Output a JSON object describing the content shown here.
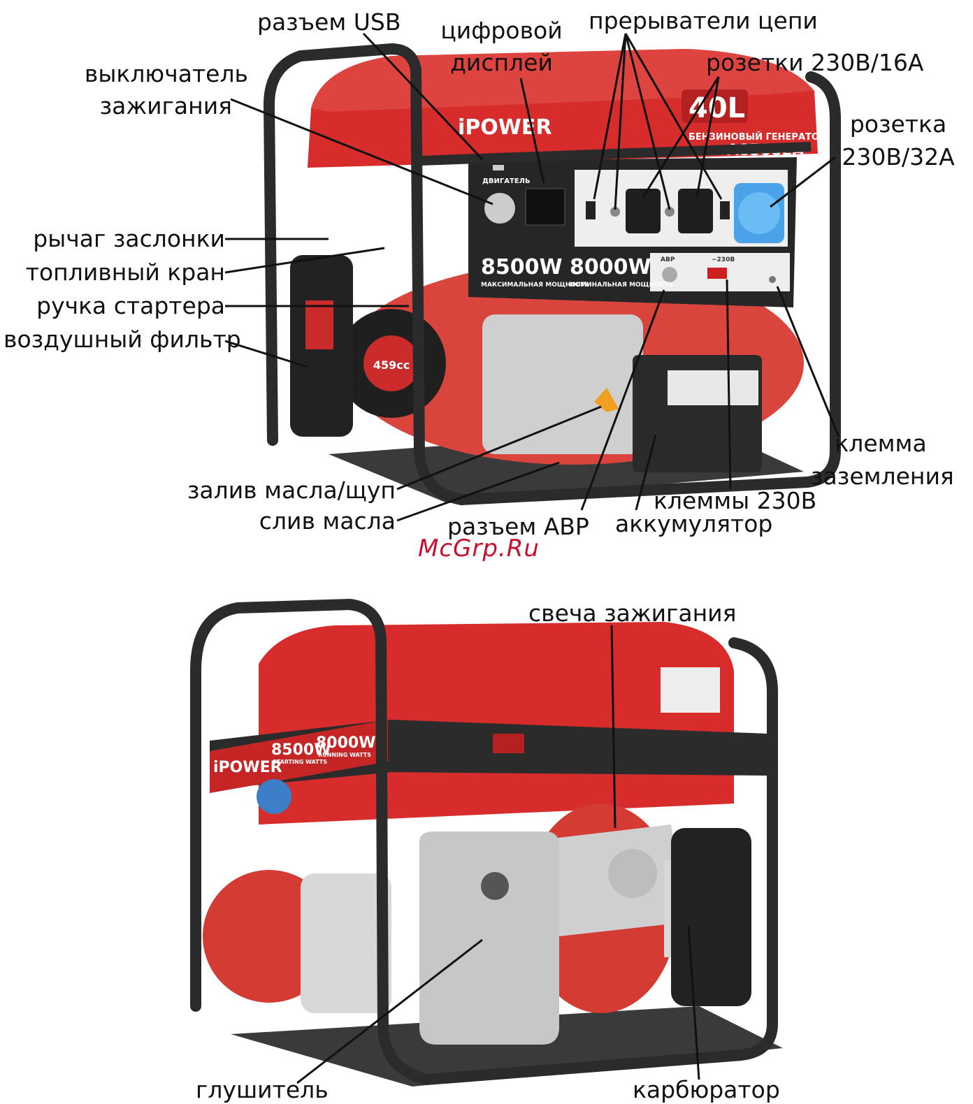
{
  "generator_top": {
    "brand": "iPOWER",
    "tank_badge": "40L",
    "model_line1": "БЕНЗИНОВЫЙ ГЕНЕРАТОР",
    "model_line2": "A8500EA",
    "power_max": "8500W",
    "power_max_caption": "МАКСИМАЛЬНАЯ МОЩНОСТЬ",
    "power_nom": "8000W",
    "power_nom_caption": "НОМИНАЛЬНАЯ МОЩНОСТЬ",
    "engine_cc": "459cc",
    "ignition_caption": "ДВИГАТЕЛЬ",
    "atc_caption": "АВР",
    "output_caption": "~230В"
  },
  "generator_bottom": {
    "brand": "iPOWER",
    "power_start": "8500W",
    "power_start_caption": "STARTING WATTS",
    "power_run": "8000W",
    "power_run_caption": "RUNNING WATTS"
  },
  "labels": {
    "usb": "разъем USB",
    "display_1": "цифровой",
    "display_2": "дисплей",
    "breakers": "прерыватели цепи",
    "sockets16": "розетки 230В/16А",
    "ignition_1": "выключатель",
    "ignition_2": "зажигания",
    "socket32_1": "розетка",
    "socket32_2": "230В/32А",
    "choke": "рычаг заслонки",
    "fuel_valve": "топливный кран",
    "starter": "ручка стартера",
    "air_filter": "воздушный фильтр",
    "ground_1": "клемма",
    "ground_2": "заземления",
    "oil_fill": "залив масла/щуп",
    "terminals": "клеммы 230В",
    "oil_drain": "слив масла",
    "atc": "разъем АВР",
    "battery": "аккумулятор",
    "spark_plug": "свеча зажигания",
    "muffler": "глушитель",
    "carburetor": "карбюратор"
  },
  "watermark": "McGrp.Ru",
  "colors": {
    "frame": "#2b2b2b",
    "red": "#d62c2c",
    "dark_red": "#a81c1c",
    "panel": "#262626",
    "blue_socket": "#4aa3e8",
    "watermark": "#c8102e"
  }
}
